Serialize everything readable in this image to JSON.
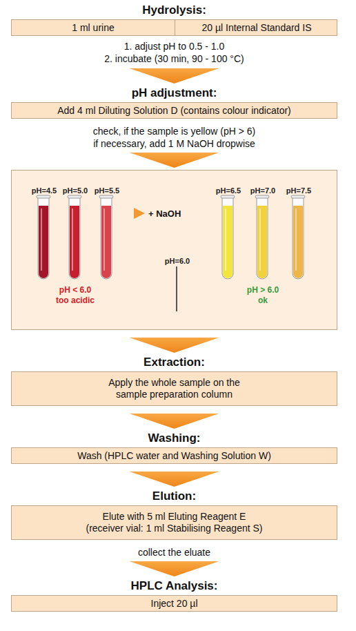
{
  "diagram": {
    "nodes": [
      {
        "text": [
          "Hydrolysis:"
        ]
      },
      {
        "text": [
          "1 ml urine"
        ],
        "in": 0
      },
      {
        "text": [
          "20 µl Internal Standard IS"
        ],
        "in": 0
      },
      {
        "text": [
          "pH adjustment:",
          "Add 4 ml Diluting Solution D (contains colour indicator)"
        ]
      },
      {
        "text": [
          "pH=4.5",
          "pH=5.0",
          "pH=5.5",
          "+ NaOH",
          "pH=6.0",
          "pH=6.5",
          "pH=7.0",
          "pH=7.5",
          "pH < 6.0 too acidic",
          "pH > 6.0 ok"
        ]
      },
      {
        "text": [
          "Extraction:",
          "Apply the whole sample on the sample preparation column"
        ]
      },
      {
        "text": [
          "Washing:",
          "Wash (HPLC water and Washing Solution W)"
        ]
      },
      {
        "text": [
          "Elution:",
          "Elute with 5 ml Eluting Reagent E (receiver vial: 1 ml Stabilising Reagent S)"
        ]
      },
      {
        "text": [
          "HPLC Analysis:",
          "Inject 20 µl"
        ]
      }
    ],
    "edges": [
      {
        "from": 0,
        "to": 3,
        "arrow": "to"
      },
      {
        "from": 3,
        "to": 4,
        "arrow": "to"
      },
      {
        "from": 4,
        "to": 5,
        "arrow": "to"
      },
      {
        "from": 5,
        "to": 6,
        "arrow": "to"
      },
      {
        "from": 6,
        "to": 7,
        "arrow": "to"
      },
      {
        "from": 7,
        "to": 8,
        "arrow": "to"
      }
    ],
    "labels": [
      "1. adjust pH to 0.5 - 1.0",
      "2. incubate (30 min, 90 - 100 °C)",
      "check, if the sample is yellow (pH > 6)",
      "if necessary, add 1 M NaOH dropwise",
      "collect the eluate"
    ]
  }
}
